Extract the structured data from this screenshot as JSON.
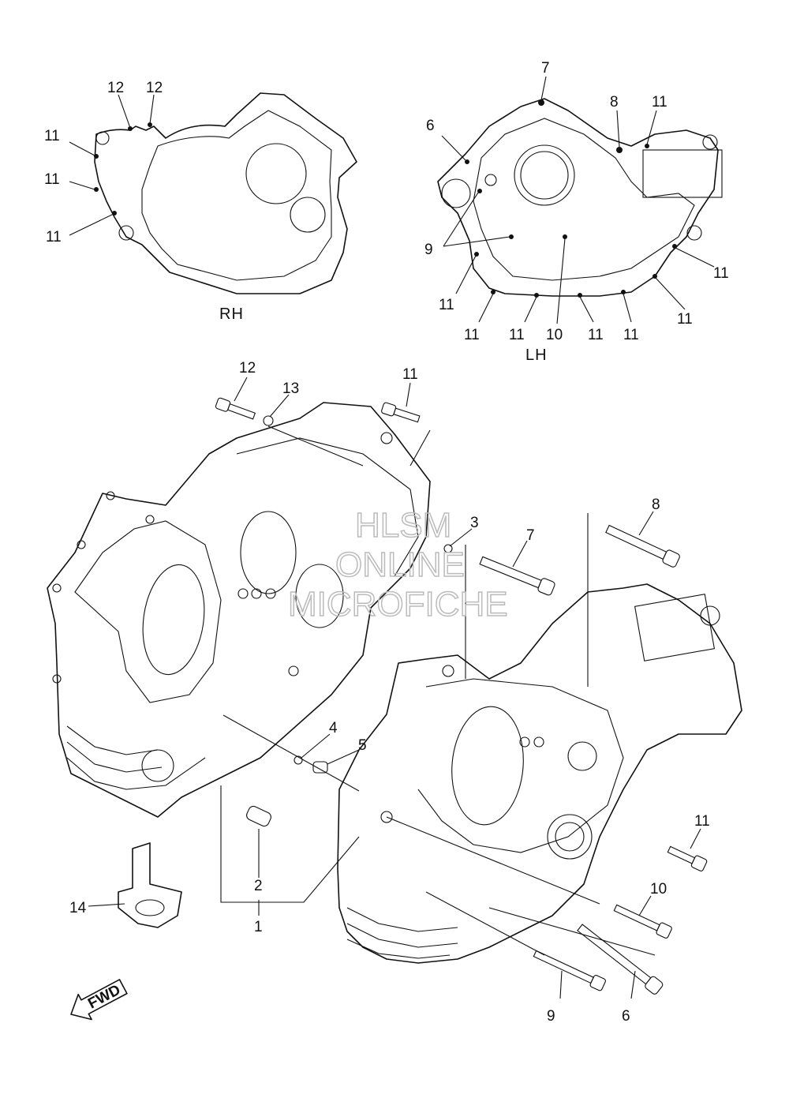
{
  "diagram": {
    "callouts": [
      {
        "id": "rh-12a",
        "text": "12"
      },
      {
        "id": "rh-12b",
        "text": "12"
      },
      {
        "id": "rh-11a",
        "text": "11"
      },
      {
        "id": "rh-11b",
        "text": "11"
      },
      {
        "id": "rh-11c",
        "text": "11"
      },
      {
        "id": "lh-7",
        "text": "7"
      },
      {
        "id": "lh-8",
        "text": "8"
      },
      {
        "id": "lh-11top",
        "text": "11"
      },
      {
        "id": "lh-6",
        "text": "6"
      },
      {
        "id": "lh-9",
        "text": "9"
      },
      {
        "id": "lh-11r1",
        "text": "11"
      },
      {
        "id": "lh-11r2",
        "text": "11"
      },
      {
        "id": "lh-11l",
        "text": "11"
      },
      {
        "id": "lh-11b1",
        "text": "11"
      },
      {
        "id": "lh-11b2",
        "text": "11"
      },
      {
        "id": "lh-10",
        "text": "10"
      },
      {
        "id": "lh-11b3",
        "text": "11"
      },
      {
        "id": "lh-11b4",
        "text": "11"
      },
      {
        "id": "m-12",
        "text": "12"
      },
      {
        "id": "m-13",
        "text": "13"
      },
      {
        "id": "m-11top",
        "text": "11"
      },
      {
        "id": "m-3",
        "text": "3"
      },
      {
        "id": "m-7",
        "text": "7"
      },
      {
        "id": "m-8",
        "text": "8"
      },
      {
        "id": "m-4",
        "text": "4"
      },
      {
        "id": "m-5",
        "text": "5"
      },
      {
        "id": "m-2",
        "text": "2"
      },
      {
        "id": "m-1",
        "text": "1"
      },
      {
        "id": "m-14",
        "text": "14"
      },
      {
        "id": "m-11r",
        "text": "11"
      },
      {
        "id": "m-10",
        "text": "10"
      },
      {
        "id": "m-9",
        "text": "9"
      },
      {
        "id": "m-6",
        "text": "6"
      }
    ],
    "captions": {
      "rh": "RH",
      "lh": "LH"
    },
    "fwd_label": "FWD",
    "watermark": [
      "HLSM",
      "ONLINE",
      "MICROFICHE"
    ]
  }
}
